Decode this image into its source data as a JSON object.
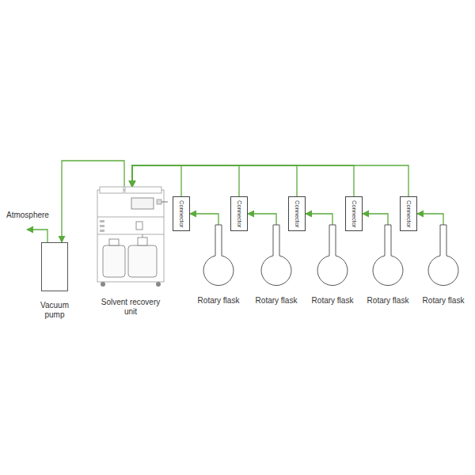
{
  "diagram": {
    "nodes": [
      {
        "text": [
          "Vacuum pump"
        ]
      },
      {
        "text": [
          "Solvent recovery unit"
        ]
      },
      {
        "text": [
          "Connector"
        ]
      },
      {
        "text": [
          "Connector"
        ]
      },
      {
        "text": [
          "Connector"
        ]
      },
      {
        "text": [
          "Connector"
        ]
      },
      {
        "text": [
          "Connector"
        ]
      },
      {
        "text": [
          "Rotary flask"
        ]
      },
      {
        "text": [
          "Rotary flask"
        ]
      },
      {
        "text": [
          "Rotary flask"
        ]
      },
      {
        "text": [
          "Rotary flask"
        ]
      },
      {
        "text": [
          "Rotary flask"
        ]
      }
    ],
    "edges": [
      {
        "from": 7,
        "to": 2,
        "arrow": "to"
      },
      {
        "from": 8,
        "to": 3,
        "arrow": "to"
      },
      {
        "from": 9,
        "to": 4,
        "arrow": "to"
      },
      {
        "from": 10,
        "to": 5,
        "arrow": "to"
      },
      {
        "from": 11,
        "to": 6,
        "arrow": "to"
      },
      {
        "from": 2,
        "to": 1,
        "arrow": "to"
      },
      {
        "from": 3,
        "to": 1,
        "arrow": "to"
      },
      {
        "from": 4,
        "to": 1,
        "arrow": "to"
      },
      {
        "from": 5,
        "to": 1,
        "arrow": "to"
      },
      {
        "from": 6,
        "to": 1,
        "arrow": "to"
      },
      {
        "from": 1,
        "to": 0,
        "arrow": "to"
      }
    ],
    "labels": [
      "Atmosphere"
    ]
  }
}
